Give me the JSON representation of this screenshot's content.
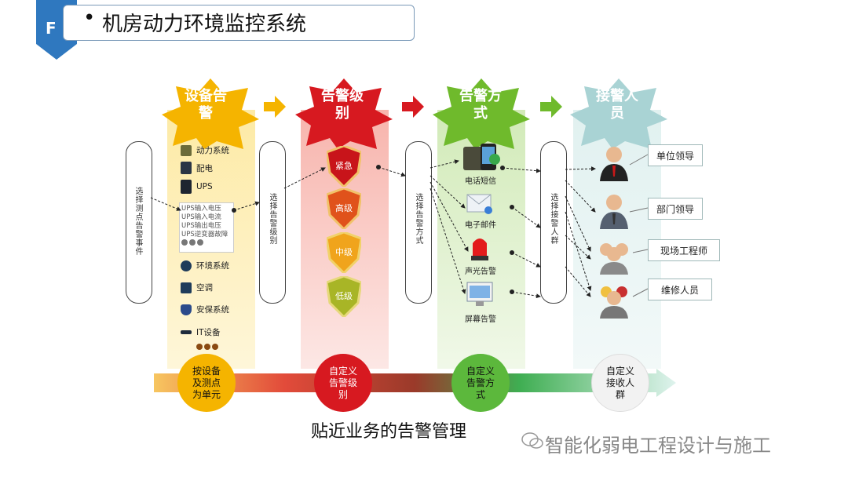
{
  "header": {
    "badge_letter": "F",
    "title": "机房动力环境监控系统"
  },
  "columns": [
    {
      "label_line1": "设备告",
      "label_line2": "警",
      "color": "#f5b400",
      "bg": "#fde9a0"
    },
    {
      "label_line1": "告警级",
      "label_line2": "别",
      "color": "#d71920",
      "bg": "#f7b0a8"
    },
    {
      "label_line1": "告警方",
      "label_line2": "式",
      "color": "#6fba2c",
      "bg": "#cfe9b4"
    },
    {
      "label_line1": "接警人",
      "label_line2": "员",
      "color": "#9ccfd0",
      "bg": "#dff0ef"
    }
  ],
  "bracket_labels": {
    "b1": "选择测点告警事件",
    "b2": "选择告警级别",
    "b3": "选择告警方式",
    "b4": "选择接警人群"
  },
  "devices": {
    "power": "动力系统",
    "dist": "配电",
    "ups": "UPS",
    "ups_events": [
      "UPS输入电压",
      "UPS输入电流",
      "UPS输出电压",
      "UPS逆变器故障"
    ],
    "env": "环境系统",
    "ac": "空调",
    "security": "安保系统",
    "it": "IT设备"
  },
  "levels": [
    "紧急",
    "高级",
    "中级",
    "低级"
  ],
  "methods": [
    "电话短信",
    "电子邮件",
    "声光告警",
    "屏幕告警"
  ],
  "personnel": [
    "单位领导",
    "部门领导",
    "现场工程师",
    "维修人员"
  ],
  "bottom": {
    "c1": [
      "按设备",
      "及测点",
      "为单元"
    ],
    "c2": [
      "自定义",
      "告警级",
      "别"
    ],
    "c3": [
      "自定义",
      "告警方",
      "式"
    ],
    "c4": [
      "自定义",
      "接收人",
      "群"
    ]
  },
  "subtitle": "贴近业务的告警管理",
  "footer": "智能化弱电工程设计与施工"
}
